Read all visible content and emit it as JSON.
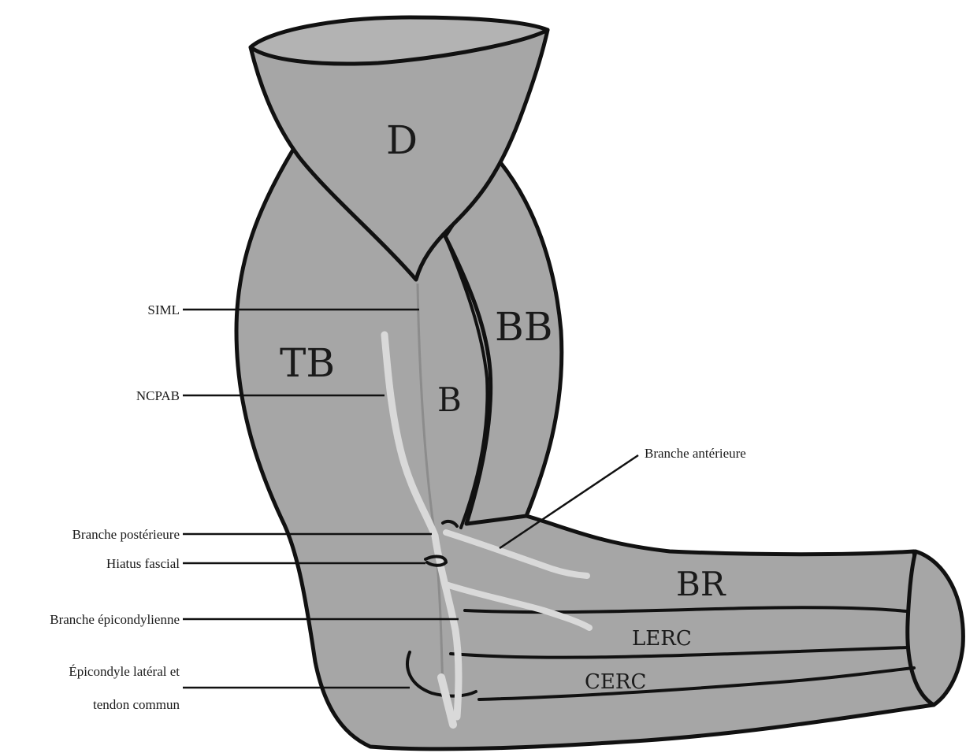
{
  "regions": {
    "d": "D",
    "tb": "TB",
    "bb": "BB",
    "b": "B",
    "br": "BR",
    "lerc": "LERC",
    "cerc": "CERC"
  },
  "callouts": {
    "siml": "SIML",
    "ncpab": "NCPAB",
    "branche_posterieure": "Branche postérieure",
    "hiatus_fascial": "Hiatus fascial",
    "branche_epicondylienne": "Branche épicondylienne",
    "epicondyle_line1": "Épicondyle latéral et",
    "epicondyle_line2": "tendon commun",
    "branche_anterieure": "Branche antérieure"
  },
  "colors": {
    "muscle_fill": "#a6a6a6",
    "deltoid_top": "#b3b3b3",
    "outline": "#111111",
    "nerve": "#d9d9d9",
    "background": "#ffffff"
  }
}
